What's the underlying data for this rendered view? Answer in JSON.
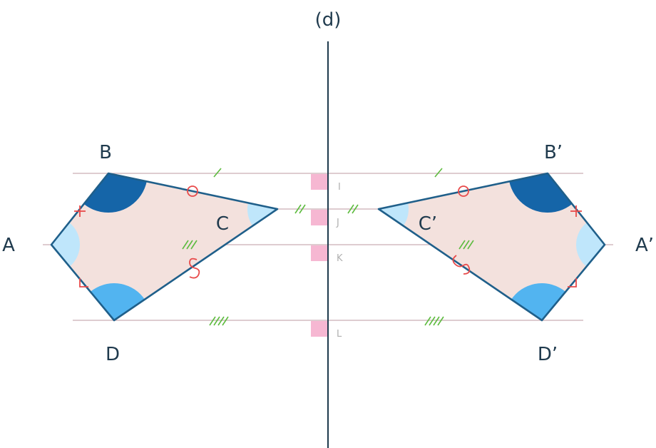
{
  "axis_label": "(d)",
  "left_points": {
    "A": "A",
    "B": "B",
    "C": "C",
    "D": "D"
  },
  "right_points": {
    "A": "A’",
    "B": "B’",
    "C": "C’",
    "D": "D’"
  },
  "midpoints": {
    "I": "I",
    "J": "J",
    "K": "K",
    "L": "L"
  },
  "colors": {
    "axis": "#1f3a4d",
    "polygon_fill": "#f3e1dd",
    "polygon_stroke": "#1f5f8a",
    "guide_line": "#c9aeb4",
    "angle_dark": "#1565a8",
    "angle_mid": "#52b4f0",
    "angle_light": "#bfe6fb",
    "tick_marks": "#5dbb3f",
    "markers": "#e84a4a",
    "right_angle_square": "#f6b7d2"
  }
}
